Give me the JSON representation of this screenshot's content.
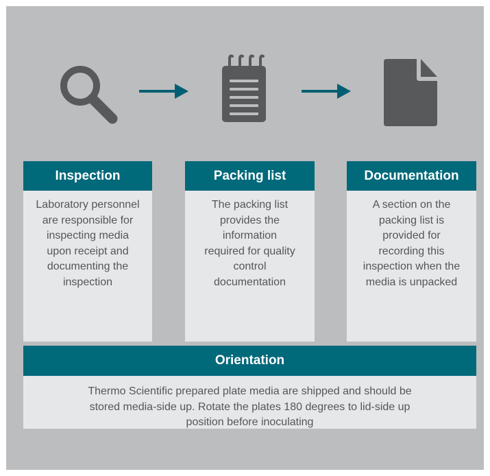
{
  "colors": {
    "panel_background": "#bcbdbf",
    "header_teal": "#00697a",
    "body_background": "#e6e7e8",
    "icon_gray": "#58595b",
    "arrow_teal": "#005f73",
    "body_text": "#545658"
  },
  "icons": [
    "magnifier-icon",
    "notepad-icon",
    "document-icon"
  ],
  "steps": [
    {
      "title": "Inspection",
      "text": "Laboratory personnel are responsible for inspecting media upon receipt and documenting the inspection"
    },
    {
      "title": "Packing list",
      "text": "The packing list provides the information required for quality control documentation"
    },
    {
      "title": "Documentation",
      "text": "A section on the packing list is provided for recording this inspection when the media is unpacked"
    }
  ],
  "orientation": {
    "title": "Orientation",
    "text": "Thermo Scientific prepared plate media are shipped and should be stored media-side up. Rotate the plates 180 degrees to lid-side up position before inoculating"
  }
}
